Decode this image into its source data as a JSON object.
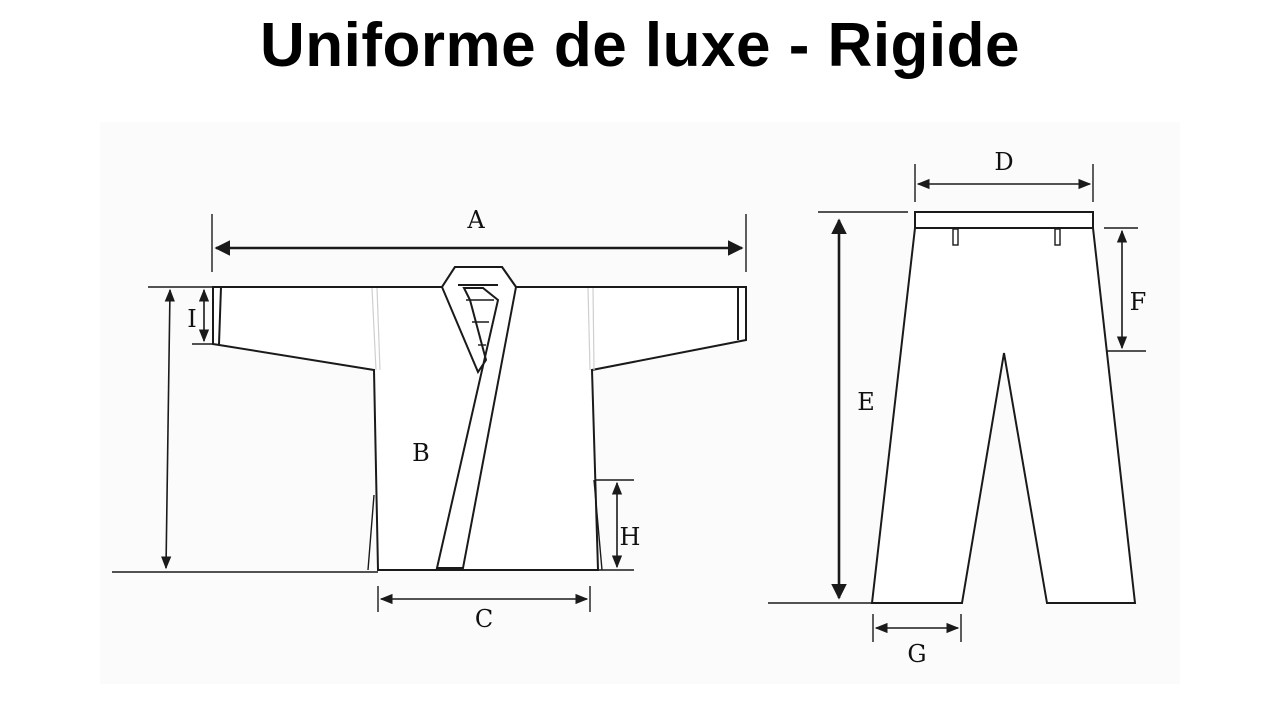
{
  "title": "Uniforme de luxe - Rigide",
  "labels": {
    "a": "A",
    "b": "B",
    "c": "C",
    "d": "D",
    "e": "E",
    "f": "F",
    "g": "G",
    "h": "H",
    "i": "I"
  }
}
